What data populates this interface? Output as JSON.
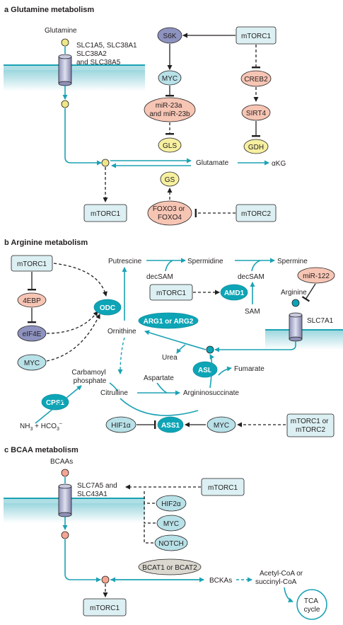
{
  "panel_a": {
    "heading": "a  Glutamine metabolism",
    "glutamine": "Glutamine",
    "transporters": [
      "SLC1A5, SLC38A1",
      "SLC38A2",
      "and SLC38A5"
    ],
    "s6k": "S6K",
    "mtorc1_top": "mTORC1",
    "myc": "MYC",
    "creb2": "CREB2",
    "mir": [
      "miR-23a",
      "and miR-23b"
    ],
    "sirt4": "SIRT4",
    "gls": "GLS",
    "gdh": "GDH",
    "glutamate": "Glutamate",
    "akg": "αKG",
    "gs": "GS",
    "mtorc1_bottom": "mTORC1",
    "foxo": [
      "FOXO3 or",
      "FOXO4"
    ],
    "mtorc2": "mTORC2"
  },
  "panel_b": {
    "heading": "b  Arginine metabolism",
    "mtorc1_left": "mTORC1",
    "ebp": "4EBP",
    "eif4e": "eIF4E",
    "myc_left": "MYC",
    "odc": "ODC",
    "putrescine": "Putrescine",
    "spermidine": "Spermidine",
    "spermine": "Spermine",
    "decsam_1": "decSAM",
    "decsam_2": "decSAM",
    "mtorc1_mid": "mTORC1",
    "amd1": "AMD1",
    "sam": "SAM",
    "mir122": "miR-122",
    "arginine": "Arginine",
    "slc7a1": "SLC7A1",
    "arg": "ARG1 or ARG2",
    "ornithine": "Ornithine",
    "urea": "Urea",
    "carbamoyl": [
      "Carbamoyl",
      "phosphate"
    ],
    "asl": "ASL",
    "fumarate": "Fumarate",
    "aspartate": "Aspartate",
    "citrulline": "Citrulline",
    "argsucc": "Argininosuccinate",
    "cps1": "CPS1",
    "nh3": "NH",
    "nh3_sub": "3",
    "hco3": " + HCO",
    "hco3_sub": "3",
    "hco3_sup": "–",
    "hif1a": "HIF1α",
    "ass1": "ASS1",
    "myc_bottom": "MYC",
    "mtorc12": [
      "mTORC1 or",
      "mTORC2"
    ]
  },
  "panel_c": {
    "heading": "c  BCAA metabolism",
    "bcaas": "BCAAs",
    "transporters": [
      "SLC7A5 and",
      "SLC43A1"
    ],
    "mtorc1_right": "mTORC1",
    "hif2a": "HIF2α",
    "myc": "MYC",
    "notch": "NOTCH",
    "bcat": "BCAT1 or BCAT2",
    "bckas": "BCKAs",
    "acetyl": [
      "Acetyl-CoA or",
      "succinyl-CoA"
    ],
    "tca": [
      "TCA",
      "cycle"
    ],
    "mtorc1_bottom": "mTORC1"
  },
  "colors": {
    "teal": "#1ba2b4",
    "dark_teal": "#0f8e9e",
    "membrane": "#b7e3e8",
    "box_fill": "#dcf0f3",
    "node_blue": "#b8e1e8",
    "node_salmon": "#f7c5b4",
    "node_yellow": "#f6f0a0",
    "node_purple": "#8d92bf",
    "node_grey": "#dad8cf",
    "dot_yellow": "#efe68a",
    "dot_salmon": "#f4a693",
    "teal_node": "#0da5b6"
  }
}
